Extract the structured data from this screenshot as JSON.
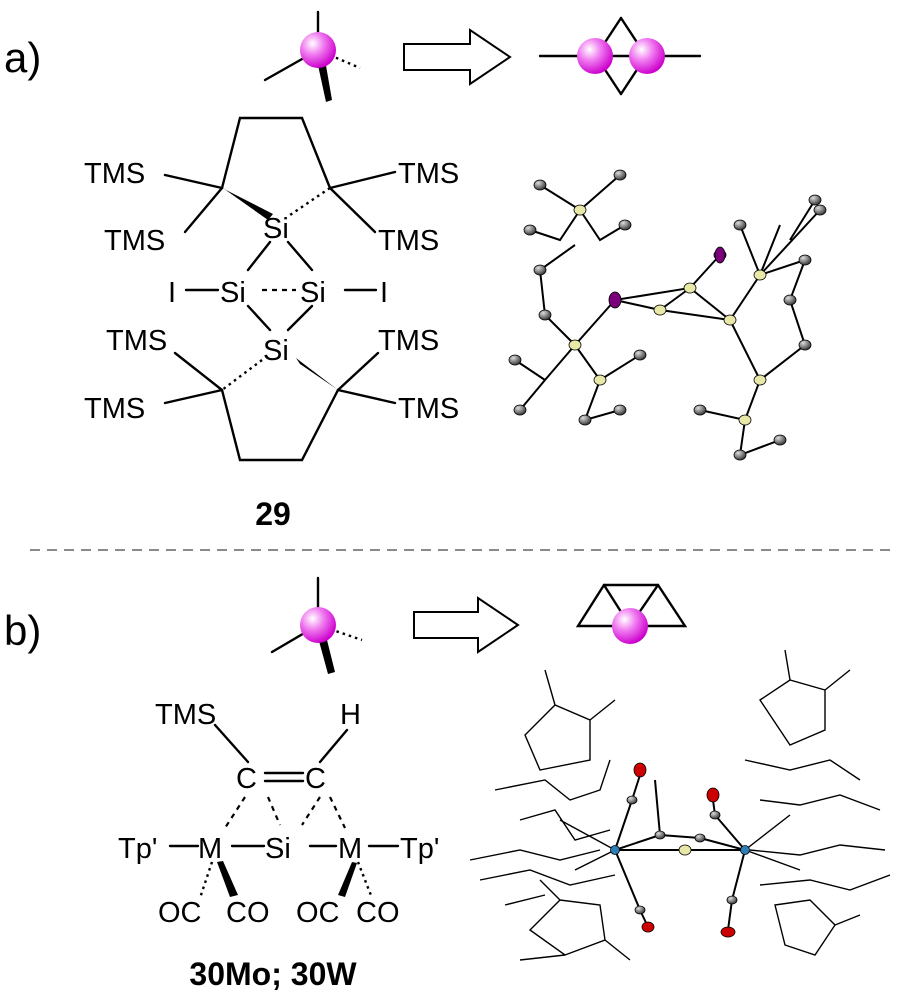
{
  "panel_a": {
    "label": "a)",
    "compound_label": "29",
    "atoms": {
      "tms_upper_left_1": "TMS",
      "tms_upper_left_2": "TMS",
      "tms_upper_right_1": "TMS",
      "tms_upper_right_2": "TMS",
      "tms_lower_left_1": "TMS",
      "tms_lower_left_2": "TMS",
      "tms_lower_right_1": "TMS",
      "tms_lower_right_2": "TMS",
      "si_top": "Si",
      "si_left": "Si",
      "si_right": "Si",
      "si_bottom": "Si",
      "iodine_left": "I",
      "iodine_right": "I"
    }
  },
  "panel_b": {
    "label": "b)",
    "compound_label": "30Mo; 30W",
    "atoms": {
      "tms": "TMS",
      "h": "H",
      "c_left": "C",
      "c_right": "C",
      "tp_left": "Tp'",
      "tp_right": "Tp'",
      "m_left": "M",
      "m_right": "M",
      "si": "Si",
      "oc_left": "OC",
      "co_left": "CO",
      "oc_right": "OC",
      "co_right": "CO"
    }
  },
  "colors": {
    "atom_sphere": "#e600e6",
    "divider": "#8a8a8a",
    "silicon_ellipsoid": "#e8e8a8",
    "metal": "#2a7fb8",
    "oxygen": "#cc0000",
    "iodine": "#7a007a"
  }
}
